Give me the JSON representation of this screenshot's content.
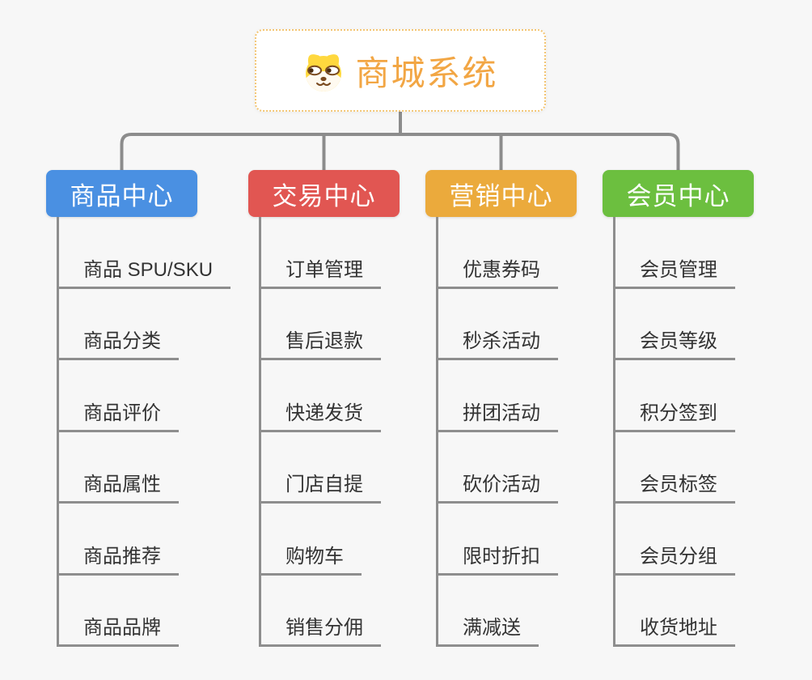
{
  "root": {
    "title": "商城系统",
    "icon": "doge-icon"
  },
  "branches": [
    {
      "label": "商品中心",
      "color": "#4a90e2",
      "children": [
        "商品 SPU/SKU",
        "商品分类",
        "商品评价",
        "商品属性",
        "商品推荐",
        "商品品牌"
      ]
    },
    {
      "label": "交易中心",
      "color": "#e15652",
      "children": [
        "订单管理",
        "售后退款",
        "快递发货",
        "门店自提",
        "购物车",
        "销售分佣"
      ]
    },
    {
      "label": "营销中心",
      "color": "#ebaa3c",
      "children": [
        "优惠券码",
        "秒杀活动",
        "拼团活动",
        "砍价活动",
        "限时折扣",
        "满减送"
      ]
    },
    {
      "label": "会员中心",
      "color": "#6cbf3f",
      "children": [
        "会员管理",
        "会员等级",
        "积分签到",
        "会员标签",
        "会员分组",
        "收货地址"
      ]
    }
  ],
  "colors": {
    "background": "#f7f7f7",
    "connector": "#8c8c8c",
    "card_border": "#f3c573",
    "title_text": "#f2a644",
    "leaf_text": "#333333"
  }
}
